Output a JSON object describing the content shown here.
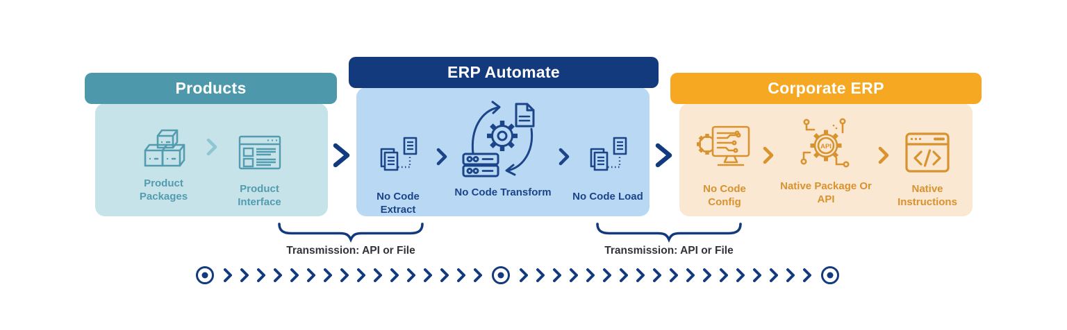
{
  "sections": {
    "products": {
      "title": "Products",
      "items": [
        {
          "label": "Product Packages",
          "icon": "product-packages-icon"
        },
        {
          "label": "Product Interface",
          "icon": "product-interface-icon"
        }
      ]
    },
    "erp_automate": {
      "title": "ERP Automate",
      "items": [
        {
          "label": "No Code Extract",
          "icon": "document-transfer-icon"
        },
        {
          "label": "No Code Transform",
          "icon": "data-transform-icon"
        },
        {
          "label": "No Code Load",
          "icon": "document-transfer-icon"
        }
      ]
    },
    "corporate_erp": {
      "title": "Corporate ERP",
      "items": [
        {
          "label": "No Code Config",
          "icon": "config-monitor-icon"
        },
        {
          "label": "Native Package Or API",
          "icon": "api-gear-icon",
          "icon_text": "API"
        },
        {
          "label": "Native Instructions",
          "icon": "code-window-icon"
        }
      ]
    }
  },
  "transmission": {
    "left": "Transmission: API or File",
    "right": "Transmission: API or File"
  },
  "flow_line": {
    "segments": [
      {
        "type": "node"
      },
      {
        "type": "chevrons",
        "count": 16
      },
      {
        "type": "node"
      },
      {
        "type": "chevrons",
        "count": 18
      },
      {
        "type": "node"
      }
    ]
  },
  "colors": {
    "products_header": "#4E98AC",
    "products_body": "#C6E3EA",
    "products_text": "#539CAF",
    "products_sep": "#8FC6D3",
    "automate_header": "#123A7D",
    "automate_body": "#B9D8F3",
    "automate_ink": "#1B4489",
    "corporate_header": "#F7A823",
    "corporate_body": "#FBE8D2",
    "corporate_ink": "#D8922E",
    "flow_ink": "#123A7D",
    "transmission_text": "#32323B"
  }
}
